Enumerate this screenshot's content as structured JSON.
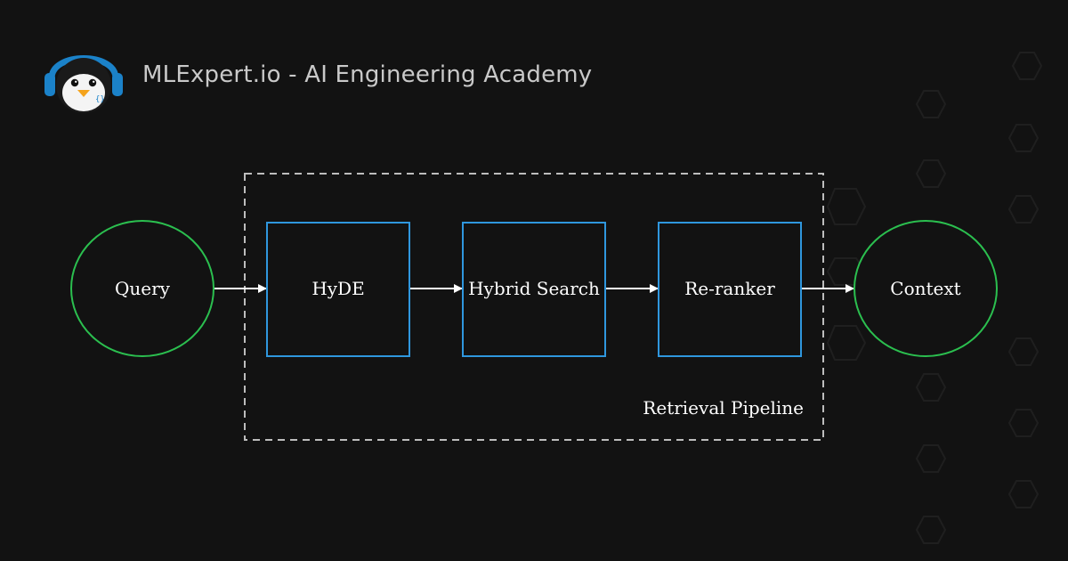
{
  "header": {
    "brand_title": "MLExpert.io - AI Engineering Academy",
    "logo_icon": "penguin-headphones-icon"
  },
  "diagram": {
    "group_label": "Retrieval Pipeline",
    "nodes": {
      "query": "Query",
      "hyde": "HyDE",
      "hybrid_search": "Hybrid Search",
      "reranker": "Re-ranker",
      "context": "Context"
    }
  },
  "colors": {
    "background": "#121212",
    "terminal_stroke": "#2bbf4f",
    "process_stroke": "#2f97de",
    "group_border": "#bdbdbd",
    "arrow": "#ffffff"
  }
}
